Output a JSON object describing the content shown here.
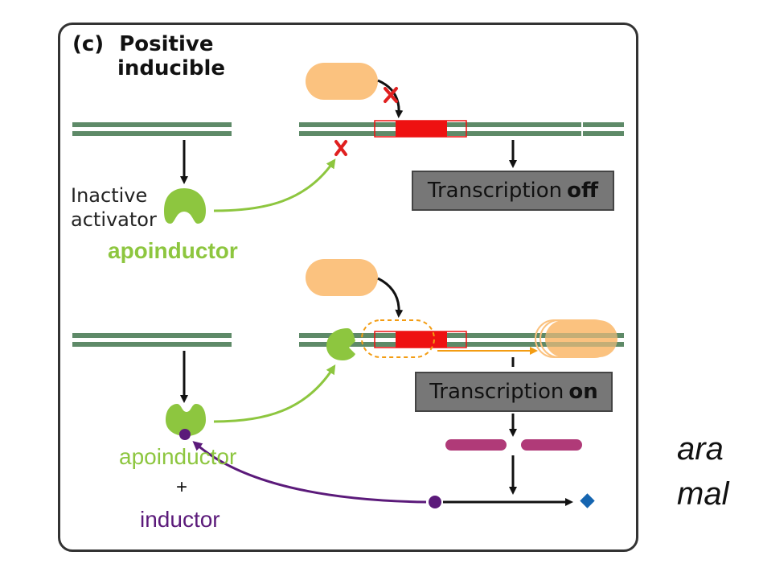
{
  "panel": {
    "label": "(c)",
    "title_line1": "Positive",
    "title_line2": "inducible"
  },
  "labels": {
    "inactive_line1": "Inactive",
    "inactive_line2": "activator",
    "apoinductor_bold": "apoinductor",
    "apoinductor": "apoinductor",
    "plus": "+",
    "inductor": "inductor"
  },
  "boxes": {
    "off_prefix": "Transcription",
    "off_state": "off",
    "on_prefix": "Transcription",
    "on_state": "on"
  },
  "side_text": {
    "line1": "ara",
    "line2": "mal"
  },
  "colors": {
    "dna": "#5e8a68",
    "promoter": "#ee1111",
    "polymerase": "#fbc27f",
    "activator": "#8dc63f",
    "inductor": "#5b1a7a",
    "mrna": "#b03a78",
    "product": "#1565b0",
    "blocked": "#e02020",
    "transcript_arrow": "#f39c12"
  }
}
